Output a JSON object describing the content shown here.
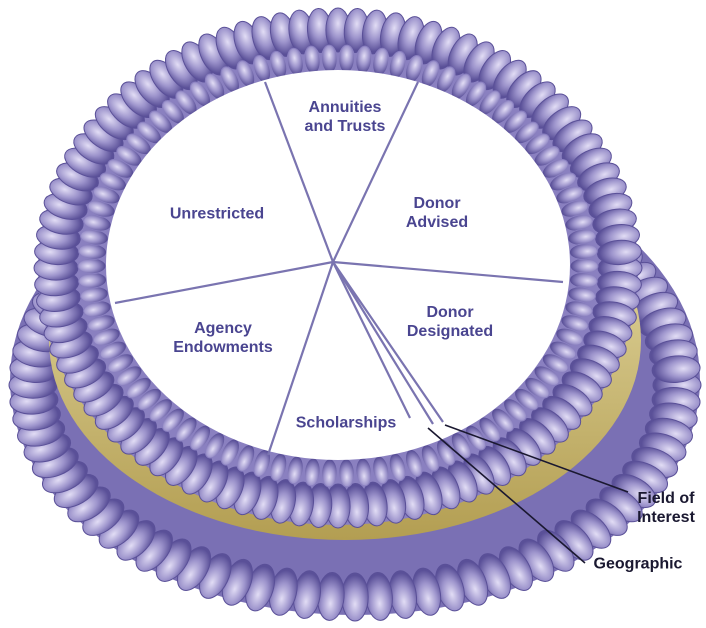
{
  "diagram": {
    "sections": [
      {
        "id": "annuities",
        "label": "Annuities\nand Trusts"
      },
      {
        "id": "donor-advised",
        "label": "Donor\nAdvised"
      },
      {
        "id": "unrestricted",
        "label": "Unrestricted"
      },
      {
        "id": "donor-designated",
        "label": "Donor\nDesignated"
      },
      {
        "id": "agency-endowments",
        "label": "Agency\nEndowments"
      },
      {
        "id": "scholarships",
        "label": "Scholarships"
      }
    ],
    "callouts": [
      {
        "id": "field-of-interest",
        "label": "Field of\nInterest"
      },
      {
        "id": "geographic",
        "label": "Geographic"
      }
    ],
    "colors": {
      "frosting_dark": "#5a5098",
      "frosting_mid": "#8a80c0",
      "frosting_light": "#c4bde6",
      "cake": "#c9b56a",
      "cake_light": "#e8dca0",
      "divider": "#7a74b0",
      "label": "#4a4590",
      "callout_text": "#1a1830"
    }
  }
}
